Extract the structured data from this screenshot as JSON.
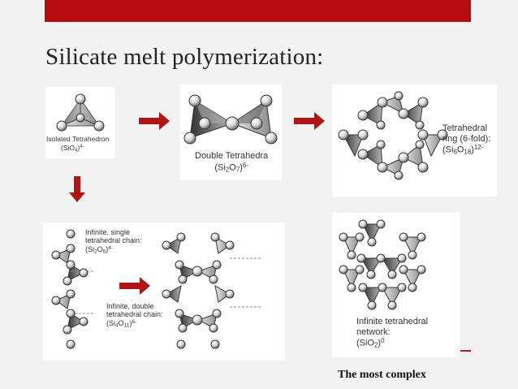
{
  "title": "Silicate melt polymerization:",
  "colors": {
    "accent_bar": "#b50d0d",
    "arrow": "#b01515"
  },
  "panels": {
    "isolated": {
      "line1": "Isolated Tetrahedron",
      "line2_pre": "(SiO",
      "line2_sub": "4",
      "line2_close": ")",
      "line2_sup": "4-"
    },
    "double": {
      "line1": "Double Tetrahedra",
      "line2_pre": "(Si",
      "line2_sub1": "2",
      "line2_mid": "O",
      "line2_sub2": "7",
      "line2_close": ")",
      "line2_sup": "6-"
    },
    "ring": {
      "line1": "Tetrahedral",
      "line2": "ring (6-fold):",
      "line3_pre": "(Si",
      "line3_sub1": "6",
      "line3_mid": "O",
      "line3_sub2": "18",
      "line3_close": ")",
      "line3_sup": "12-"
    },
    "chains": {
      "single_line1": "Infinite, single",
      "single_line2": "tetrahedral chain:",
      "single_pre": "(Si",
      "single_sub1": "2",
      "single_mid": "O",
      "single_sub2": "6",
      "single_close": ")",
      "single_sup": "4-",
      "double_line1": "Infinite, double",
      "double_line2": "tetrahedral chain:",
      "double_pre": "(Si",
      "double_sub1": "4",
      "double_mid": "O",
      "double_sub2": "11",
      "double_close": ")",
      "double_sup": "6-"
    },
    "network": {
      "line1": "Infinite tetrahedral",
      "line2": "network:",
      "line3_pre": "(SiO",
      "line3_sub": "2",
      "line3_close": ")",
      "line3_sup": "0"
    }
  },
  "bottom_caption": "The most complex"
}
